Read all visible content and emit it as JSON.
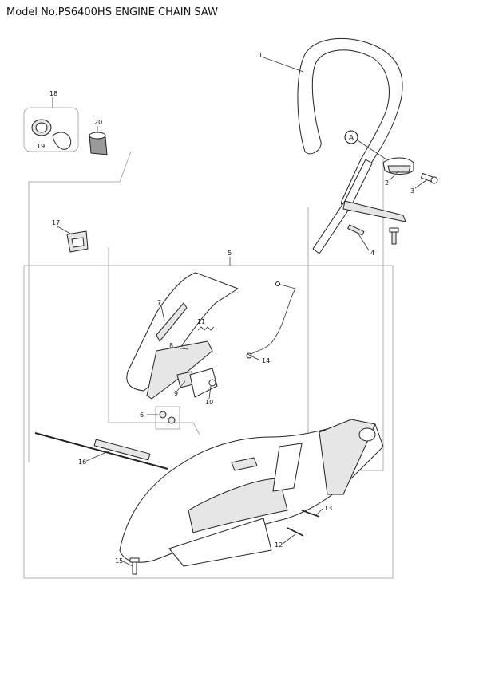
{
  "title": "Model No.PS6400HS ENGINE CHAIN SAW",
  "callout": "A",
  "labels": {
    "p1": "1",
    "p2": "2",
    "p3": "3",
    "p4": "4",
    "p5": "5",
    "p6": "6",
    "p7": "7",
    "p8": "8",
    "p9": "9",
    "p10": "10",
    "p11": "11",
    "p12": "12",
    "p13": "13",
    "p14": "14",
    "p15": "15",
    "p16": "16",
    "p17": "17",
    "p18": "18",
    "p19": "19",
    "p20": "20"
  }
}
